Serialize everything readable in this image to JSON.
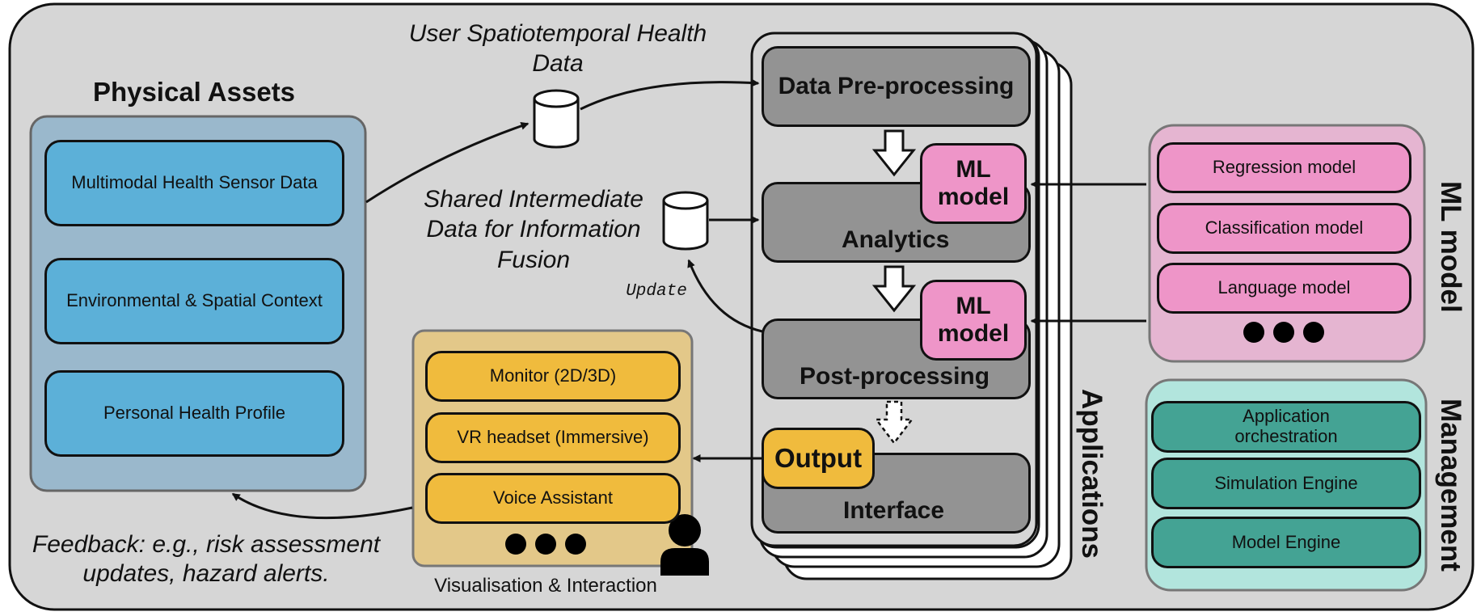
{
  "physical_assets": {
    "title": "Physical Assets",
    "items": [
      "Multimodal Health Sensor Data",
      "Environmental & Spatial Context",
      "Personal Health Profile"
    ]
  },
  "data_stores": {
    "user_data": "User Spatiotemporal Health Data",
    "shared_data": "Shared Intermediate Data for Information Fusion",
    "update_label": "Update"
  },
  "applications": {
    "title": "Applications",
    "stages": {
      "preprocessing": "Data Pre-processing",
      "analytics": "Analytics",
      "postprocessing": "Post-processing",
      "interface": "Interface",
      "output": "Output"
    },
    "ml_badge": "ML model"
  },
  "ml_model": {
    "title": "ML model",
    "items": [
      "Regression model",
      "Classification model",
      "Language model"
    ]
  },
  "management": {
    "title": "Management",
    "items": [
      "Application orchestration",
      "Simulation Engine",
      "Model Engine"
    ]
  },
  "visualisation": {
    "title": "Visualisation & Interaction",
    "items": [
      "Monitor (2D/3D)",
      "VR headset (Immersive)",
      "Voice Assistant"
    ]
  },
  "feedback": "Feedback: e.g., risk assessment updates, hazard alerts.",
  "colors": {
    "background": "#d6d6d6",
    "physical_panel": "#9ab8cc",
    "physical_item": "#5cb0d8",
    "stage_gray": "#939393",
    "ml_pink": "#ee95c8",
    "ml_panel": "#e5b5d1",
    "mgmt_panel": "#b2e5dd",
    "mgmt_item": "#44a394",
    "vis_panel": "#e3c889",
    "vis_item": "#f0bb3d"
  }
}
